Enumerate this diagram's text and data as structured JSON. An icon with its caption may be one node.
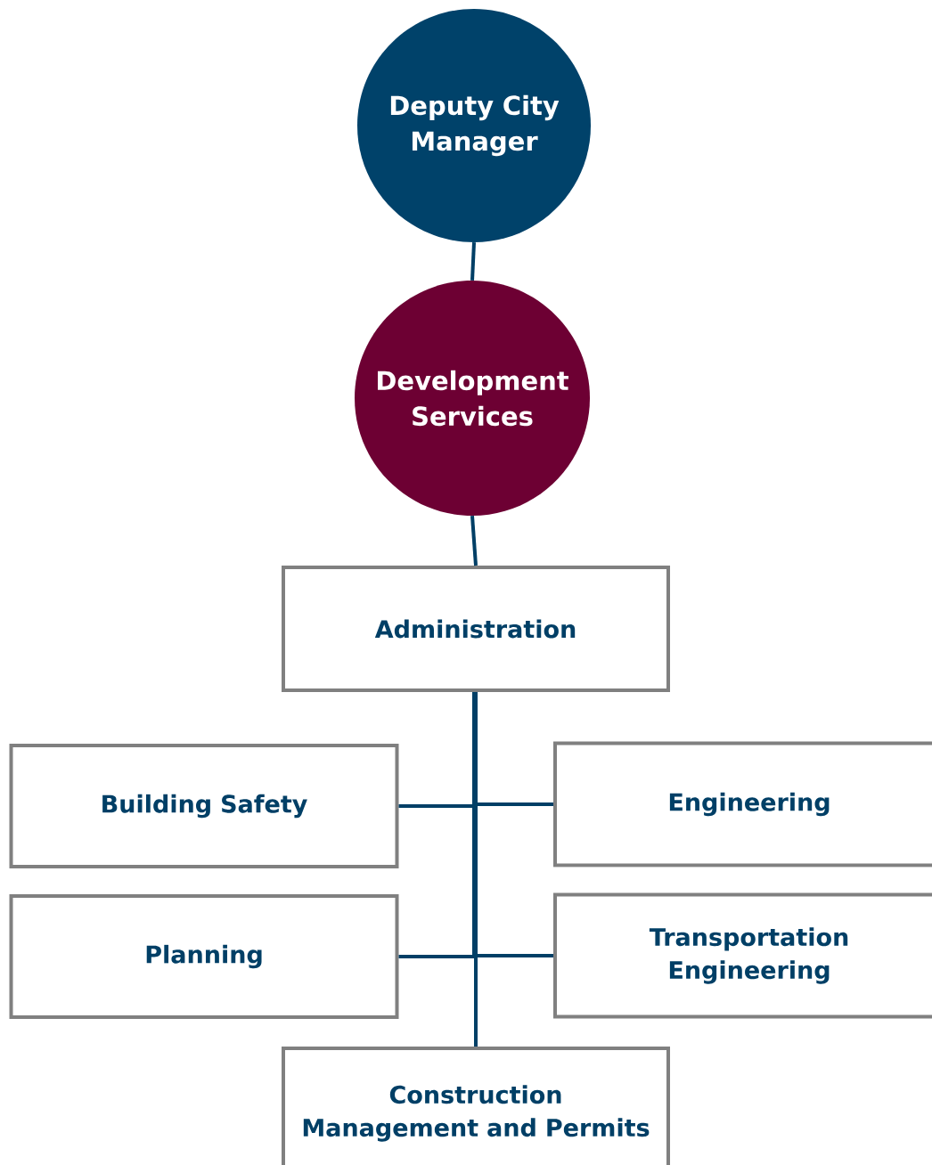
{
  "diagram": {
    "nodes": [
      {
        "text": [
          "Deputy City Manager"
        ]
      },
      {
        "text": [
          "Development Services"
        ]
      },
      {
        "text": [
          "Administration"
        ]
      },
      {
        "text": [
          "Building Safety"
        ]
      },
      {
        "text": [
          "Engineering"
        ]
      },
      {
        "text": [
          "Planning"
        ]
      },
      {
        "text": [
          "Transportation Engineering"
        ]
      },
      {
        "text": [
          "Construction Management and Permits"
        ]
      }
    ],
    "edges": [
      {
        "from": 0,
        "to": 1,
        "arrow": "none"
      },
      {
        "from": 1,
        "to": 2,
        "arrow": "none"
      },
      {
        "from": 2,
        "to": 3,
        "arrow": "none"
      },
      {
        "from": 2,
        "to": 4,
        "arrow": "none"
      },
      {
        "from": 2,
        "to": 5,
        "arrow": "none"
      },
      {
        "from": 2,
        "to": 6,
        "arrow": "none"
      },
      {
        "from": 2,
        "to": 7,
        "arrow": "none"
      }
    ]
  }
}
